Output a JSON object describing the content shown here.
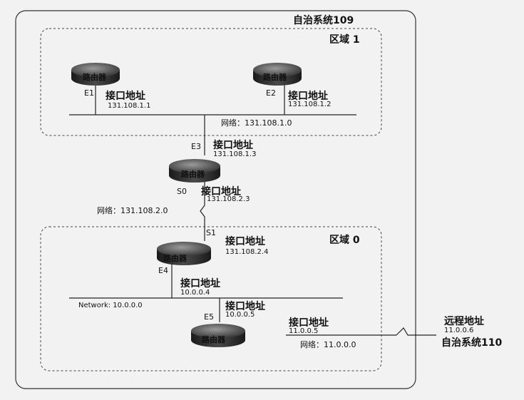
{
  "autonomous_systems": {
    "as109": "自治系统109",
    "as110": "自治系统110"
  },
  "areas": {
    "area1": "区域 1",
    "area0": "区域 0"
  },
  "router_label": "路由器",
  "interfaces": {
    "e1": {
      "port": "E1",
      "label": "接口地址",
      "ip": "131.108.1.1"
    },
    "e2": {
      "port": "E2",
      "label": "接口地址",
      "ip": "131.108.1.2"
    },
    "e3": {
      "port": "E3",
      "label": "接口地址",
      "ip": "131.108.1.3"
    },
    "s0": {
      "port": "S0",
      "label": "接口地址",
      "ip": "131.108.2.3"
    },
    "s1": {
      "port": "S1",
      "label": "接口地址",
      "ip": "131.108.2.4"
    },
    "e4": {
      "port": "E4",
      "label": "接口地址",
      "ip": "10.0.0.4"
    },
    "e5": {
      "port": "E5",
      "label": "接口地址",
      "ip": "10.0.0.5"
    },
    "e5_out": {
      "label": "接口地址",
      "ip": "11.0.0.5"
    }
  },
  "networks": {
    "net1": "网络：131.108.1.0",
    "net2": "网络：131.108.2.0",
    "net3": "Network: 10.0.0.0",
    "net4": "网络：11.0.0.0"
  },
  "remote": {
    "label": "远程地址",
    "ip": "11.0.0.6"
  },
  "colors": {
    "router_body": "#2a2a2a",
    "line": "#222222",
    "background": "#f2f2f2"
  }
}
